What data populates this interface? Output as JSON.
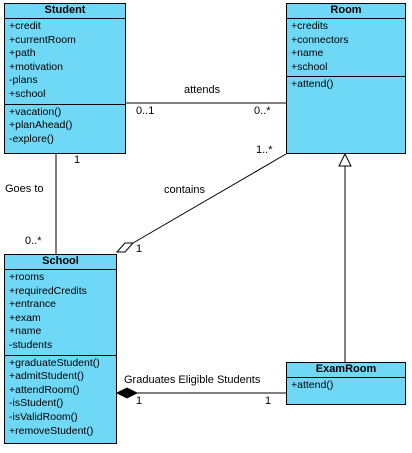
{
  "classes": {
    "student": {
      "name": "Student",
      "attributes": [
        "+credit",
        "+currentRoom",
        "+path",
        "+motivation",
        "-plans",
        "+school"
      ],
      "operations": [
        "+vacation()",
        "+planAhead()",
        "-explore()"
      ]
    },
    "room": {
      "name": "Room",
      "attributes": [
        "+credits",
        "+connectors",
        "+name",
        "+school"
      ],
      "operations": [
        "+attend()"
      ]
    },
    "school": {
      "name": "School",
      "attributes": [
        "+rooms",
        "+requiredCredits",
        "+entrance",
        "+exam",
        "+name",
        "-students"
      ],
      "operations": [
        "+graduateStudent()",
        "+admitStudent()",
        "+attendRoom()",
        "-isStudent()",
        "-isValidRoom()",
        "+removeStudent()"
      ]
    },
    "examroom": {
      "name": "ExamRoom",
      "attributes": [],
      "operations": [
        "+attend()"
      ]
    }
  },
  "associations": {
    "attends": {
      "label": "attends",
      "student_mult": "0..1",
      "room_mult": "0..*"
    },
    "goes_to": {
      "label": "Goes to",
      "student_mult": "1",
      "school_mult": "0..*"
    },
    "contains": {
      "label": "contains",
      "room_mult": "1..*",
      "school_mult": "1"
    },
    "graduates": {
      "label": "Graduates Eligible Students",
      "school_mult": "1",
      "examroom_mult": "1"
    }
  }
}
